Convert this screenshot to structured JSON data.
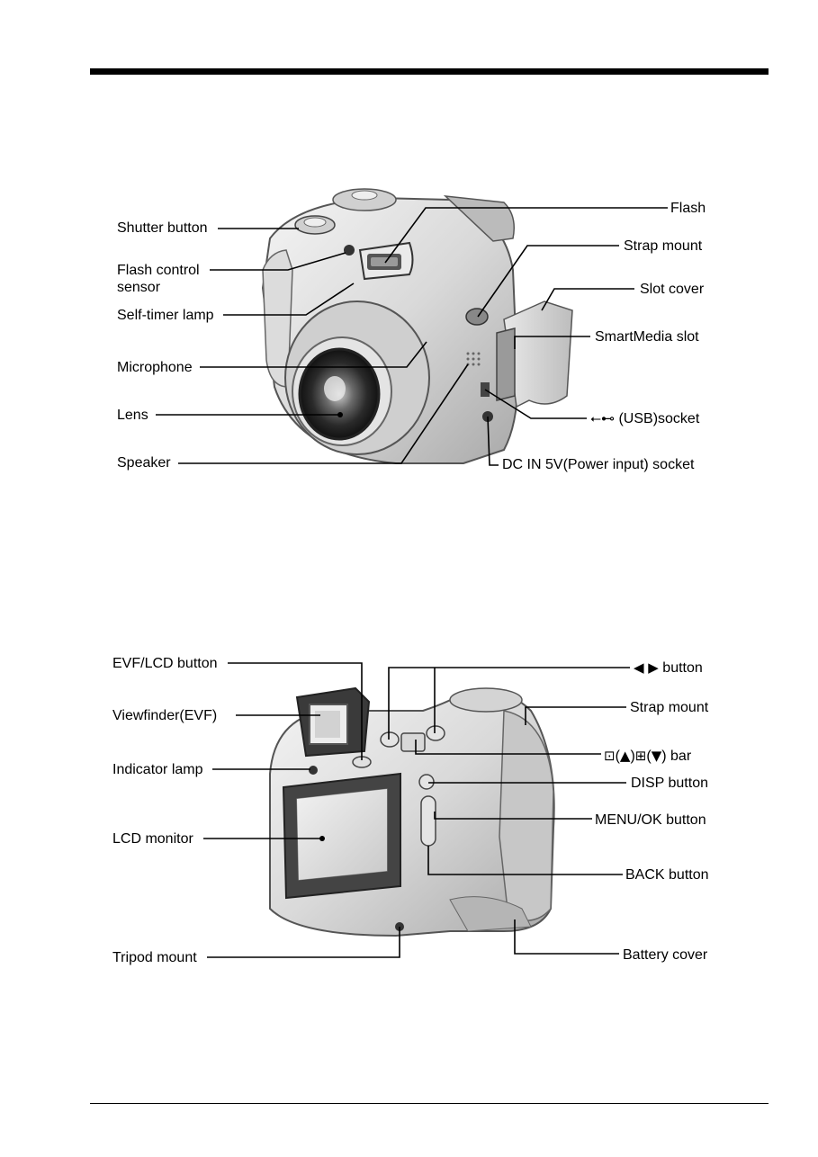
{
  "front_view": {
    "labels": {
      "shutter_button": "Shutter button",
      "flash_control_sensor_1": "Flash control",
      "flash_control_sensor_2": "sensor",
      "self_timer_lamp": "Self-timer lamp",
      "microphone": "Microphone",
      "lens": "Lens",
      "speaker": "Speaker",
      "flash": "Flash",
      "strap_mount": "Strap mount",
      "slot_cover": "Slot cover",
      "smartmedia_slot": "SmartMedia slot",
      "usb_socket": "(USB)socket",
      "dc_in_socket": "DC IN 5V(Power input) socket"
    }
  },
  "back_view": {
    "labels": {
      "evf_lcd_button": "EVF/LCD button",
      "viewfinder": "Viewfinder(EVF)",
      "indicator_lamp": "Indicator lamp",
      "lcd_monitor": "LCD monitor",
      "tripod_mount": "Tripod mount",
      "left_right_button": "button",
      "strap_mount": "Strap mount",
      "zoom_bar_open_1": "(",
      "zoom_bar_close_1": ")",
      "zoom_bar_open_2": "(",
      "zoom_bar_close_2": ")",
      "zoom_bar": "bar",
      "disp_button": "DISP button",
      "menu_ok_button": "MENU/OK button",
      "back_button": "BACK button",
      "battery_cover": "Battery cover"
    }
  },
  "icons": {
    "usb": "usb-symbol",
    "left_right": "left-right-triangles",
    "tele": "tele-zoom",
    "wide": "wide-zoom"
  }
}
